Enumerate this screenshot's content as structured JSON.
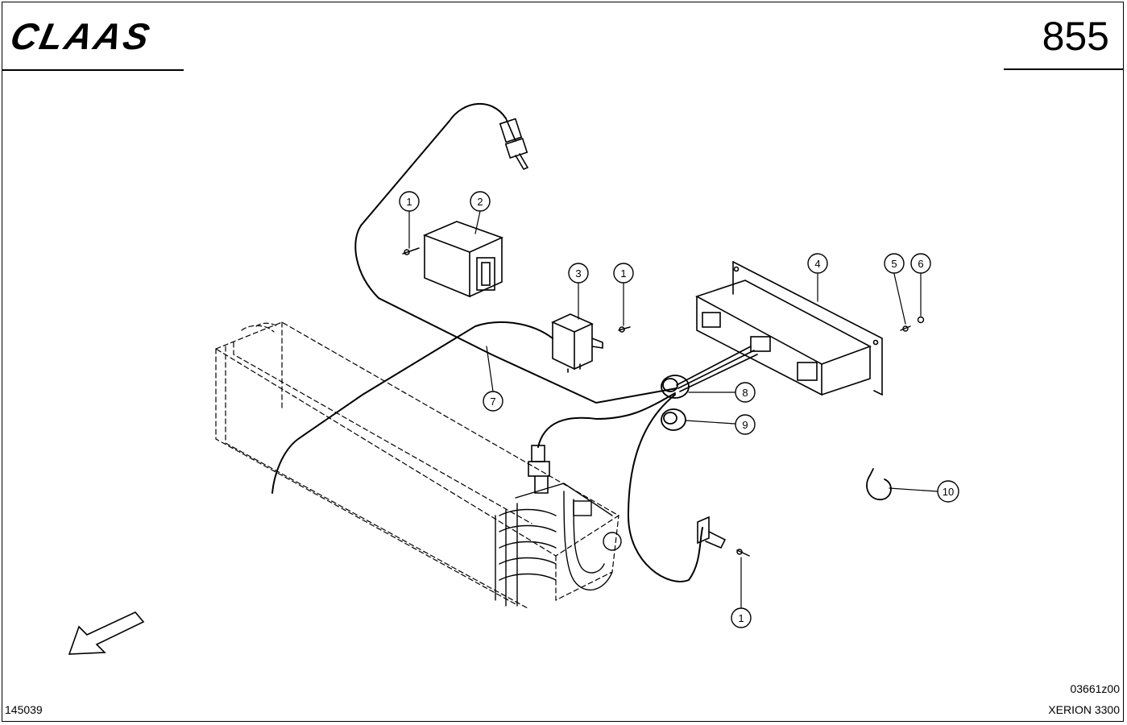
{
  "header": {
    "brand": "CLAAS",
    "page_number": "855"
  },
  "footer": {
    "drawing_number": "145039",
    "figure_code": "03661z00",
    "model": "XERION 3300"
  },
  "callouts": [
    {
      "label": "1"
    },
    {
      "label": "2"
    },
    {
      "label": "3"
    },
    {
      "label": "1"
    },
    {
      "label": "4"
    },
    {
      "label": "5"
    },
    {
      "label": "6"
    },
    {
      "label": "7"
    },
    {
      "label": "8"
    },
    {
      "label": "9"
    },
    {
      "label": "10"
    },
    {
      "label": "1"
    }
  ]
}
